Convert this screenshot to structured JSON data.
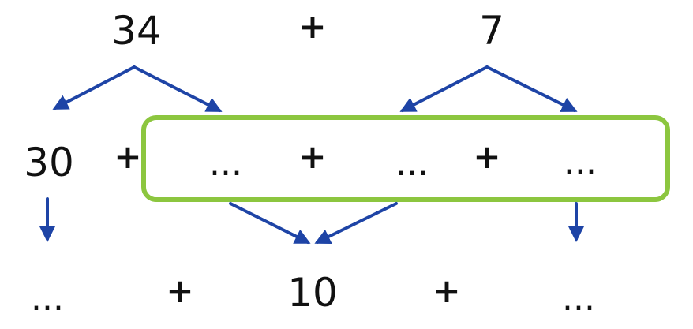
{
  "row1": {
    "left_number": "34",
    "plus": "+",
    "right_number": "7"
  },
  "row2": {
    "first_number": "30",
    "plus_1": "+",
    "blank_1": "...",
    "plus_2": "+",
    "blank_2": "...",
    "plus_3": "+",
    "blank_3": "..."
  },
  "row3": {
    "blank_left": "...",
    "plus_1": "+",
    "center_number": "10",
    "plus_2": "+",
    "blank_right": "..."
  },
  "colors": {
    "arrow": "#1e44a6",
    "highlight_box": "#8cc63f",
    "text": "#111111"
  }
}
